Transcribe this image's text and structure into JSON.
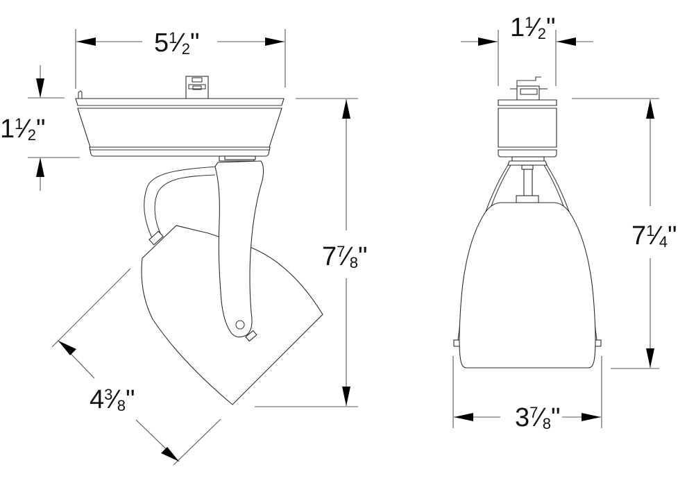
{
  "diagram": {
    "subject": "Track light fixture dimension drawing",
    "views": [
      {
        "name": "side-view",
        "dimensions": {
          "overall_width": {
            "whole": "5",
            "num": "1",
            "den": "2",
            "unit": "\""
          },
          "canopy_height": {
            "whole": "1",
            "num": "1",
            "den": "2",
            "unit": "\""
          },
          "overall_height": {
            "whole": "7",
            "num": "7",
            "den": "8",
            "unit": "\""
          },
          "head_diameter": {
            "whole": "4",
            "num": "3",
            "den": "8",
            "unit": "\""
          }
        }
      },
      {
        "name": "front-view",
        "dimensions": {
          "canopy_width": {
            "whole": "1",
            "num": "1",
            "den": "2",
            "unit": "\""
          },
          "overall_height": {
            "whole": "7",
            "num": "1",
            "den": "4",
            "unit": "\""
          },
          "head_width": {
            "whole": "3",
            "num": "7",
            "den": "8",
            "unit": "\""
          }
        }
      }
    ],
    "colors": {
      "line": "#3a3a3a",
      "arrow": "#000000",
      "background": "#ffffff"
    }
  }
}
